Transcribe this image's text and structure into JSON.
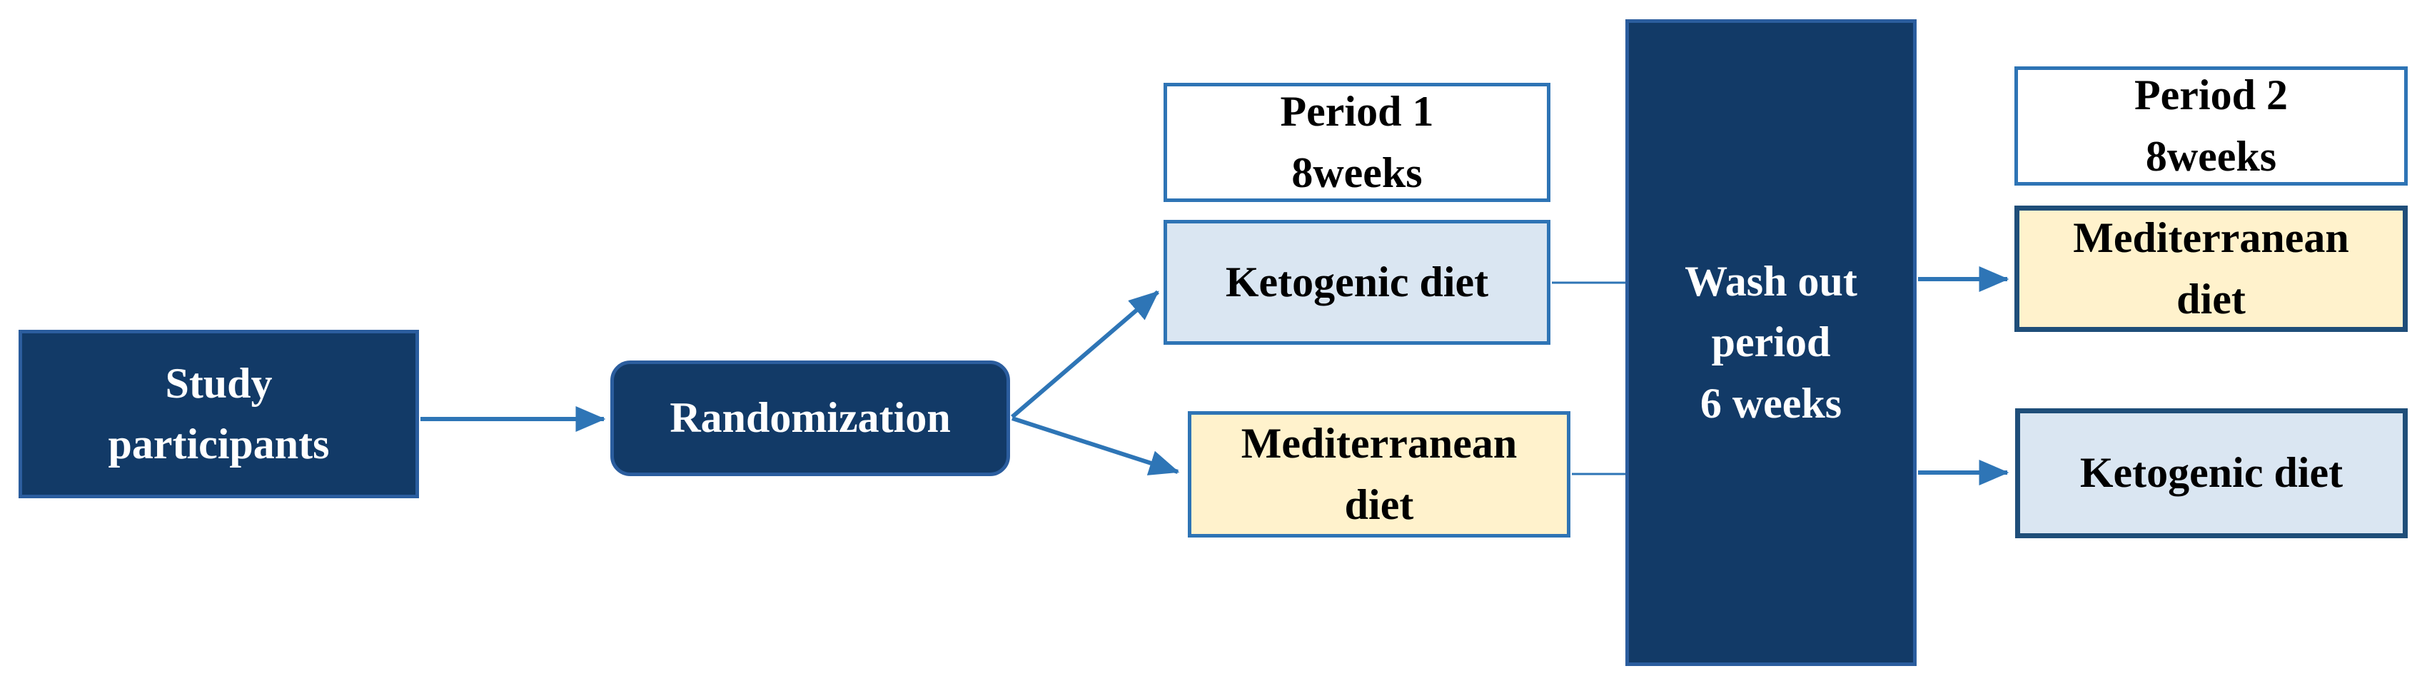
{
  "diagram": {
    "type": "study-design-flowchart",
    "nodes": {
      "study": {
        "text": "Study\nparticipants"
      },
      "random": {
        "text": "Randomization"
      },
      "period1": {
        "text": "Period 1\n8weeks"
      },
      "keto1": {
        "text": "Ketogenic diet"
      },
      "med1": {
        "text": "Mediterranean\ndiet"
      },
      "washout": {
        "text": "Wash out\nperiod\n6 weeks"
      },
      "period2": {
        "text": "Period 2\n8weeks"
      },
      "med2": {
        "text": "Mediterranean\ndiet"
      },
      "keto2": {
        "text": "Ketogenic diet"
      }
    },
    "edges": [
      {
        "from": "study",
        "to": "random",
        "style": "arrow"
      },
      {
        "from": "random",
        "to": "keto1",
        "style": "arrow"
      },
      {
        "from": "random",
        "to": "med1",
        "style": "arrow"
      },
      {
        "from": "keto1",
        "to": "washout",
        "style": "line"
      },
      {
        "from": "med1",
        "to": "washout",
        "style": "line"
      },
      {
        "from": "washout",
        "to": "med2",
        "style": "arrow"
      },
      {
        "from": "washout",
        "to": "keto2",
        "style": "arrow"
      }
    ]
  },
  "colors": {
    "navy": "#123a67",
    "navy-border": "#2b5d9e",
    "blue-border": "#2e74b5",
    "dark-border": "#1f4e79",
    "light-blue": "#dae6f2",
    "yellow": "#fff2cc",
    "arrow": "#2e75b6"
  }
}
